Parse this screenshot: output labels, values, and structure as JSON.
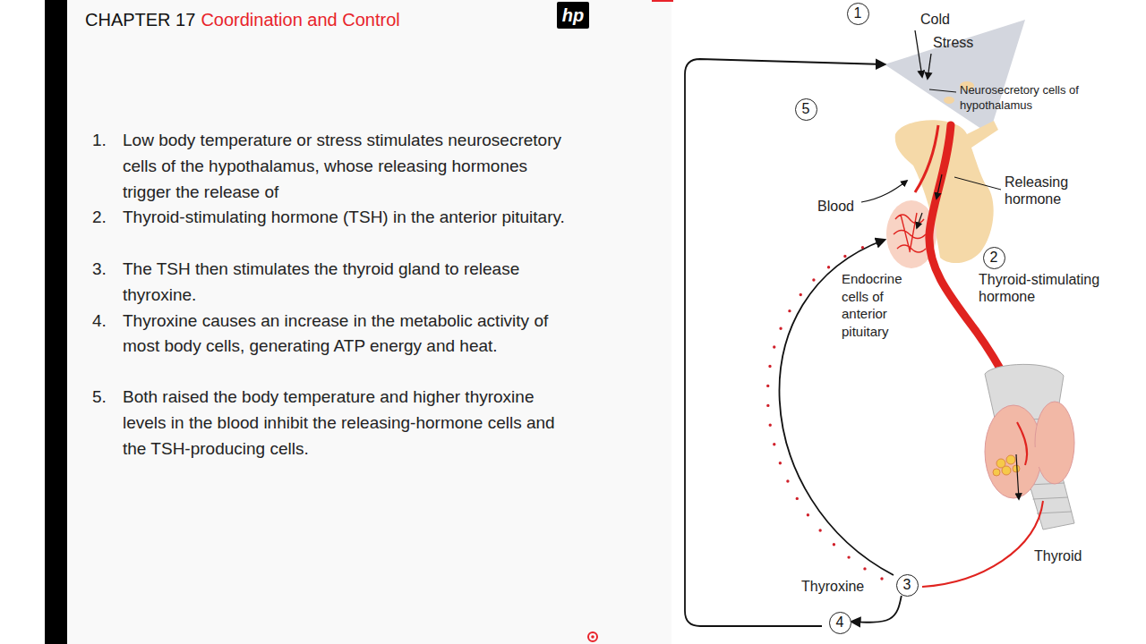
{
  "diagram": {
    "title": "Coordination and Control",
    "nodes": [
      {
        "text": [
          "1"
        ]
      },
      {
        "text": [
          "2"
        ]
      },
      {
        "text": [
          "3"
        ]
      },
      {
        "text": [
          "4"
        ]
      },
      {
        "text": [
          "5"
        ]
      }
    ],
    "edges": [
      {
        "from": 2,
        "to": 3,
        "arrow": "to"
      }
    ],
    "labels": [
      "hp",
      "CHAPTER 17",
      "1.",
      "Low body temperature or stress stimulates neurosecretory cells of the hypothalamus, whose releasing hormones trigger the release of",
      "2.",
      "Thyroid-stimulating hormone (TSH) in the anterior pituitary.",
      "3.",
      "The TSH then stimulates the thyroid gland to release thyroxine.",
      "4.",
      "Thyroxine causes an increase in the metabolic activity of most body cells, generating ATP energy and heat.",
      "5.",
      "Both raised the body temperature and higher thyroxine levels in the blood inhibit the releasing-hormone cells and the TSH-producing cells.",
      "Cold",
      "Stress",
      "Neurosecretory cells of hypothalamus",
      "Releasing hormone",
      "Blood",
      "Thyroid-stimulating hormone",
      "Endocrine cells of anterior pituitary",
      "Thyroid",
      "Thyroxine"
    ]
  }
}
